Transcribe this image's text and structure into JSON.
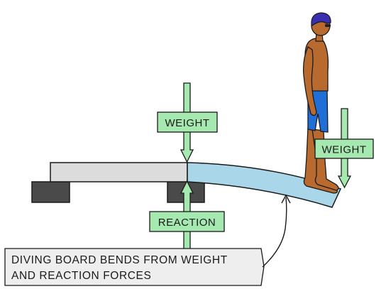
{
  "labels": {
    "weight_top": "WEIGHT",
    "weight_right": "WEIGHT",
    "reaction": "REACTION"
  },
  "caption": {
    "line1": "DIVING BOARD BENDS FROM WEIGHT",
    "line2": "AND REACTION FORCES"
  },
  "colors": {
    "label_fill": "#a5e8b0",
    "arrow_fill": "#a5e8b0",
    "board_fixed": "#dcdcdc",
    "board_bent": "#a9d6e8",
    "support": "#4a4a4a",
    "swimsuit": "#1f6fd6",
    "cap": "#3a2fb0",
    "skin": "#b96a2e",
    "caption_fill": "#eeeeee"
  }
}
